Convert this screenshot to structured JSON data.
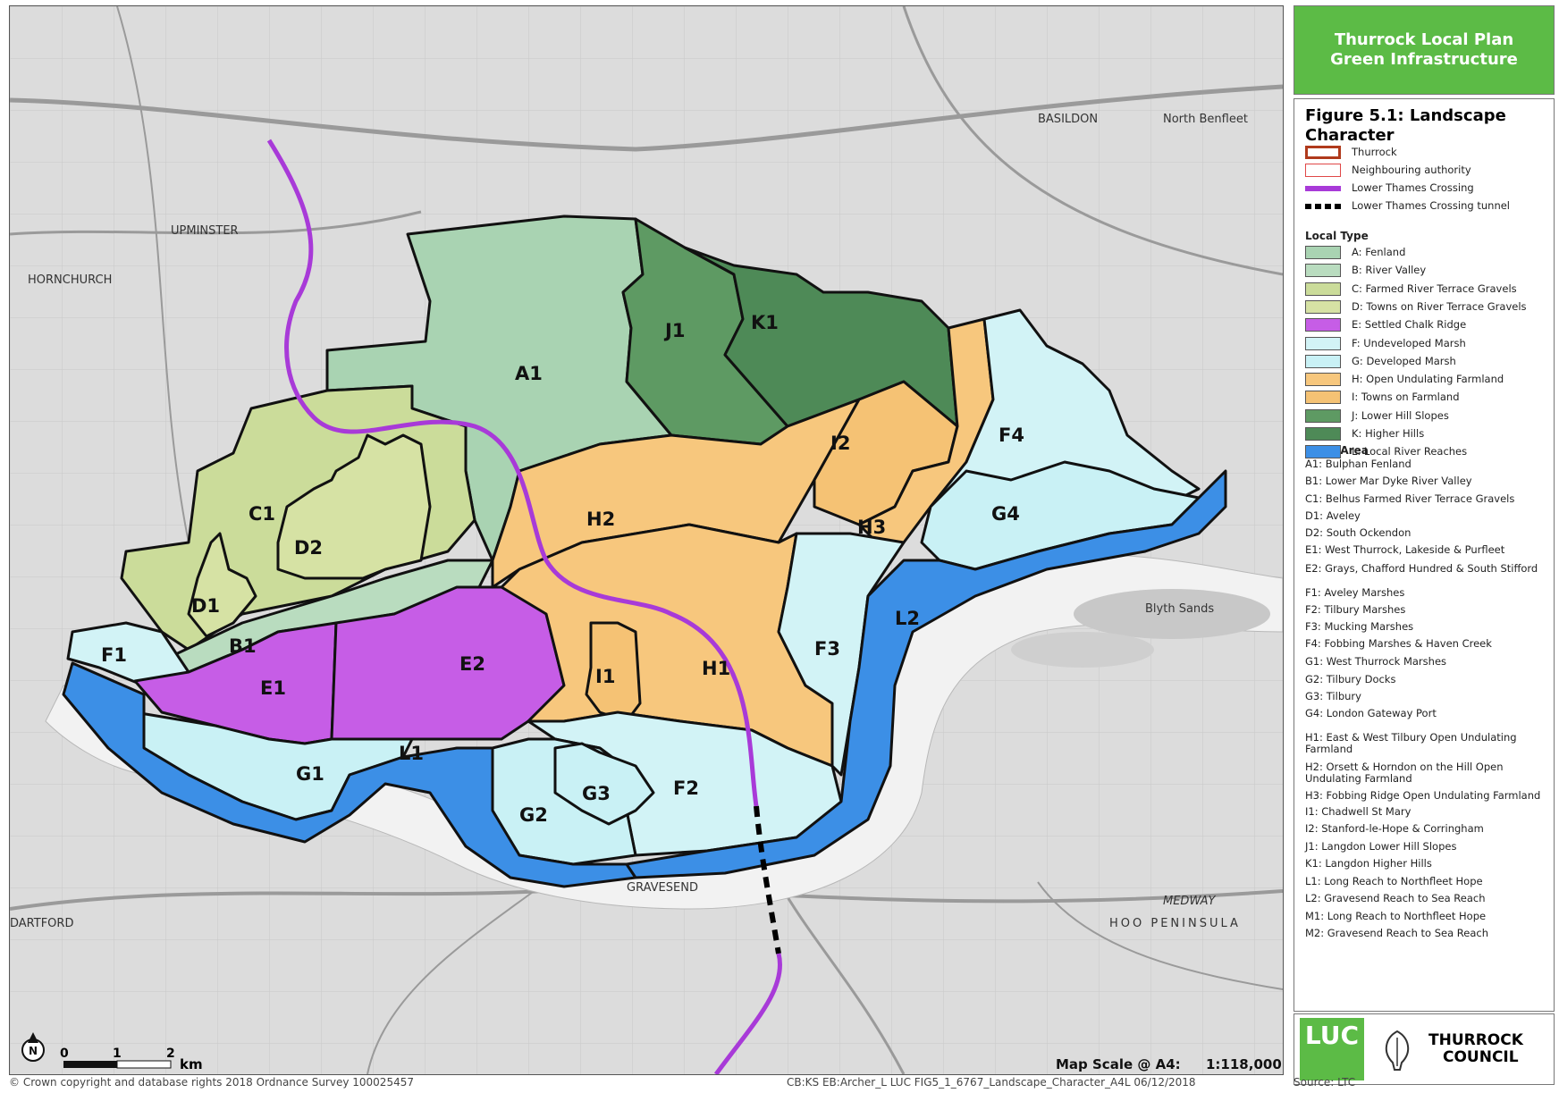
{
  "header": {
    "line1": "Thurrock Local Plan",
    "line2": "Green Infrastructure"
  },
  "figure": {
    "title": "Figure 5.1: Landscape Character"
  },
  "legend": {
    "boundaries": [
      {
        "label": "Thurrock",
        "color": "#b03a1c"
      },
      {
        "label": "Neighbouring authority",
        "color": "#e04848"
      },
      {
        "label": "Lower Thames Crossing",
        "color": "#a83ad8"
      },
      {
        "label": "Lower Thames Crossing tunnel",
        "color": "#000000"
      }
    ],
    "local_type_heading": "Local Type",
    "local_types": [
      {
        "label": "A: Fenland",
        "color": "#a9d3b2"
      },
      {
        "label": "B: River Valley",
        "color": "#b9dcbf"
      },
      {
        "label": "C: Farmed River Terrace Gravels",
        "color": "#cbdc9a"
      },
      {
        "label": "D: Towns on River Terrace Gravels",
        "color": "#d6e2a4"
      },
      {
        "label": "E: Settled Chalk Ridge",
        "color": "#c65de6"
      },
      {
        "label": "F: Undeveloped Marsh",
        "color": "#d2f3f6"
      },
      {
        "label": "G: Developed Marsh",
        "color": "#c9f1f5"
      },
      {
        "label": "H: Open Undulating Farmland",
        "color": "#f7c77d"
      },
      {
        "label": "I: Towns on Farmland",
        "color": "#f5c274"
      },
      {
        "label": "J: Lower Hill Slopes",
        "color": "#5e9a63"
      },
      {
        "label": "K: Higher Hills",
        "color": "#4e8a57"
      },
      {
        "label": "L: Local River Reaches",
        "color": "#3c8fe6"
      }
    ],
    "local_area_heading": "Local Area",
    "local_areas": [
      "A1: Bulphan Fenland",
      "B1: Lower Mar Dyke River Valley",
      "C1: Belhus Farmed River Terrace Gravels",
      "D1: Aveley",
      "D2: South Ockendon",
      "E1: West Thurrock, Lakeside & Purfleet",
      "E2: Grays, Chafford Hundred & South Stifford",
      "F1: Aveley Marshes",
      "F2: Tilbury Marshes",
      "F3: Mucking Marshes",
      "F4: Fobbing Marshes & Haven Creek",
      "G1: West Thurrock Marshes",
      "G2: Tilbury Docks",
      "G3: Tilbury",
      "G4: London Gateway Port",
      "H1: East & West Tilbury Open Undulating Farmland",
      "H2: Orsett & Horndon on the Hill Open Undulating Farmland",
      "H3: Fobbing Ridge Open Undulating Farmland",
      "I1: Chadwell St Mary",
      "I2: Stanford-le-Hope & Corringham",
      "J1: Langdon Lower Hill Slopes",
      "K1: Langdon Higher Hills",
      "L1: Long Reach to Northfleet Hope",
      "L2: Gravesend Reach to Sea Reach",
      "M1: Long Reach to Northfleet Hope",
      "M2: Gravesend Reach to Sea Reach"
    ]
  },
  "map": {
    "area_labels": [
      "A1",
      "B1",
      "C1",
      "D1",
      "D2",
      "E1",
      "E2",
      "F1",
      "F2",
      "F3",
      "F4",
      "G1",
      "G2",
      "G3",
      "G4",
      "H1",
      "H2",
      "H3",
      "I1",
      "I2",
      "J1",
      "K1",
      "L1",
      "L2"
    ],
    "places": [
      "BASILDON",
      "North Benfleet",
      "HORNCHURCH",
      "UPMINSTER",
      "GRAVESEND",
      "MEDWAY",
      "HOO PENINSULA",
      "DARTFORD",
      "Blyth Sands"
    ],
    "scale_ticks": [
      "0",
      "1",
      "2"
    ],
    "scale_unit": "km",
    "north": "N",
    "map_scale_label": "Map Scale @ A4:",
    "map_scale_value": "1:118,000"
  },
  "logos": {
    "luc": "LUC",
    "council_line1": "THURROCK",
    "council_line2": "COUNCIL"
  },
  "footer": {
    "copyright": "© Crown copyright and database rights 2018 Ordnance Survey 100025457",
    "ref": "CB:KS EB:Archer_L LUC FIG5_1_6767_Landscape_Character_A4L 06/12/2018",
    "source": "Source: LTC"
  }
}
